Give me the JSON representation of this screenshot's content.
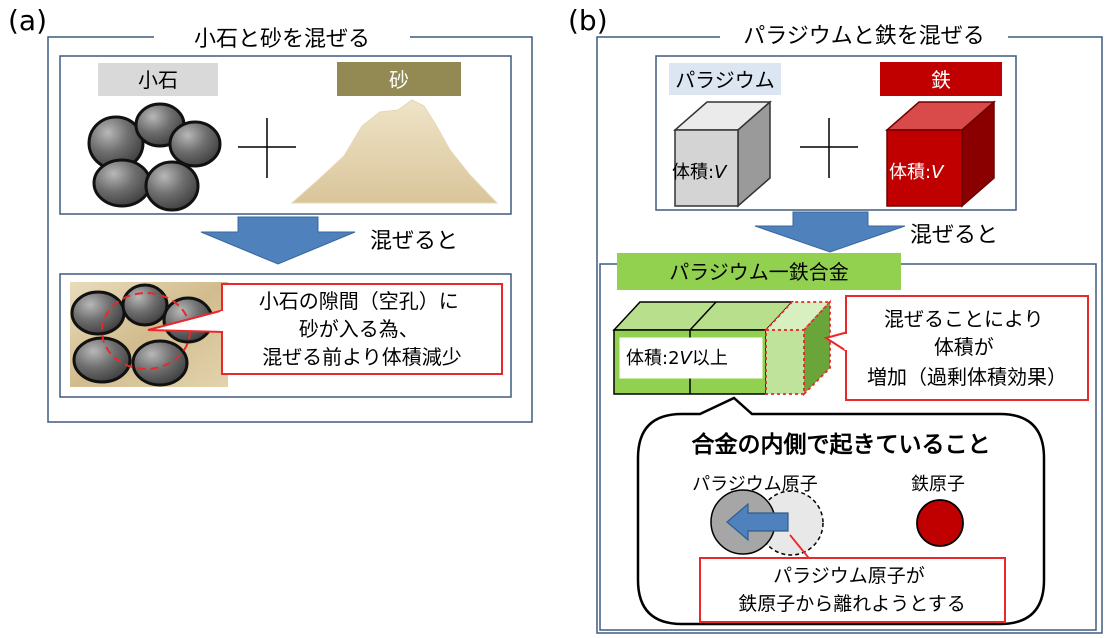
{
  "panel_a": {
    "label": "(a)",
    "title": "小石と砂を混ぜる",
    "pebbles_label": "小石",
    "sand_label": "砂",
    "arrow_label": "混ぜると",
    "callout": [
      "小石の隙間（空孔）に",
      "砂が入る為、",
      "混ぜる前より体積減少"
    ]
  },
  "panel_b": {
    "label": "(b)",
    "title": "パラジウムと鉄を混ぜる",
    "pd_label": "パラジウム",
    "fe_label": "鉄",
    "volume_text": "体積:",
    "volume_var": "V",
    "arrow_label": "混ぜると",
    "alloy_title": "パラジウム一鉄合金",
    "alloy_volume_prefix": "体積:2",
    "alloy_volume_var": "V",
    "alloy_volume_suffix": "以上",
    "effect_note": [
      "混ぜることにより",
      "体積が",
      "増加（過剰体積効果）"
    ],
    "inside_title": "合金の内側で起きていること",
    "pd_atom_label": "パラジウム原子",
    "fe_atom_label": "鉄原子",
    "atom_note": [
      "パラジウム原子が",
      "鉄原子から離れようとする"
    ]
  },
  "colors": {
    "frame": "#3f5a7f",
    "arrow": "#4f81bd",
    "callout_border": "#e8282b",
    "pebble_label_bg": "#d9d9d9",
    "sand_label_bg": "#938953",
    "pd_label_bg": "#dce6f2",
    "fe_label_bg": "#c00000",
    "alloy_green": "#92d050",
    "fe_atom": "#c00000"
  }
}
